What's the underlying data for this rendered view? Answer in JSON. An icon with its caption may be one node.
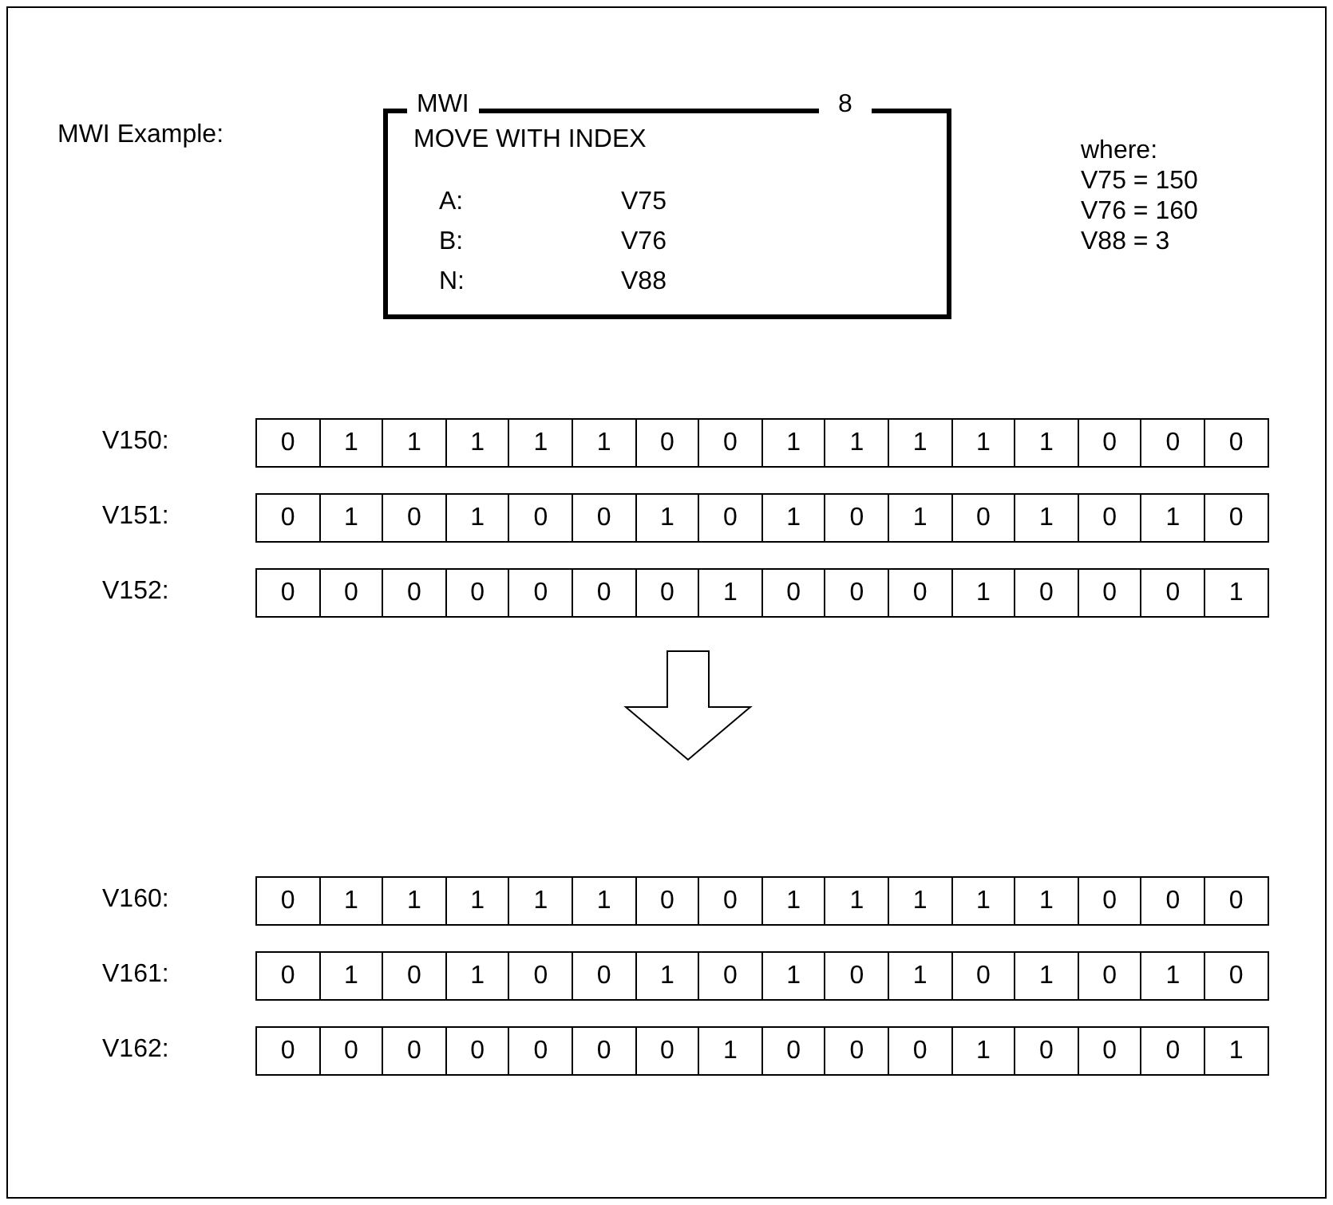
{
  "diagram": {
    "nodes": [
      {
        "text": [
          "MWI",
          "8",
          "MOVE WITH INDEX",
          "A:",
          "V75",
          "B:",
          "V76",
          "N:",
          "V88"
        ]
      }
    ],
    "labels": [
      "MWI Example:",
      "where:",
      "V75 = 150",
      "V76 = 160",
      "V88 = 3",
      "V150:",
      "0",
      "1",
      "1",
      "1",
      "1",
      "1",
      "0",
      "0",
      "1",
      "1",
      "1",
      "1",
      "1",
      "0",
      "0",
      "0",
      "V151:",
      "0",
      "1",
      "0",
      "1",
      "0",
      "0",
      "1",
      "0",
      "1",
      "0",
      "1",
      "0",
      "1",
      "0",
      "1",
      "0",
      "V152:",
      "0",
      "0",
      "0",
      "0",
      "0",
      "0",
      "0",
      "1",
      "0",
      "0",
      "0",
      "1",
      "0",
      "0",
      "0",
      "1",
      "V160:",
      "0",
      "1",
      "1",
      "1",
      "1",
      "1",
      "0",
      "0",
      "1",
      "1",
      "1",
      "1",
      "1",
      "0",
      "0",
      "0",
      "V161:",
      "0",
      "1",
      "0",
      "1",
      "0",
      "0",
      "1",
      "0",
      "1",
      "0",
      "1",
      "0",
      "1",
      "0",
      "1",
      "0",
      "V162:",
      "0",
      "0",
      "0",
      "0",
      "0",
      "0",
      "0",
      "1",
      "0",
      "0",
      "0",
      "1",
      "0",
      "0",
      "0",
      "1"
    ]
  }
}
